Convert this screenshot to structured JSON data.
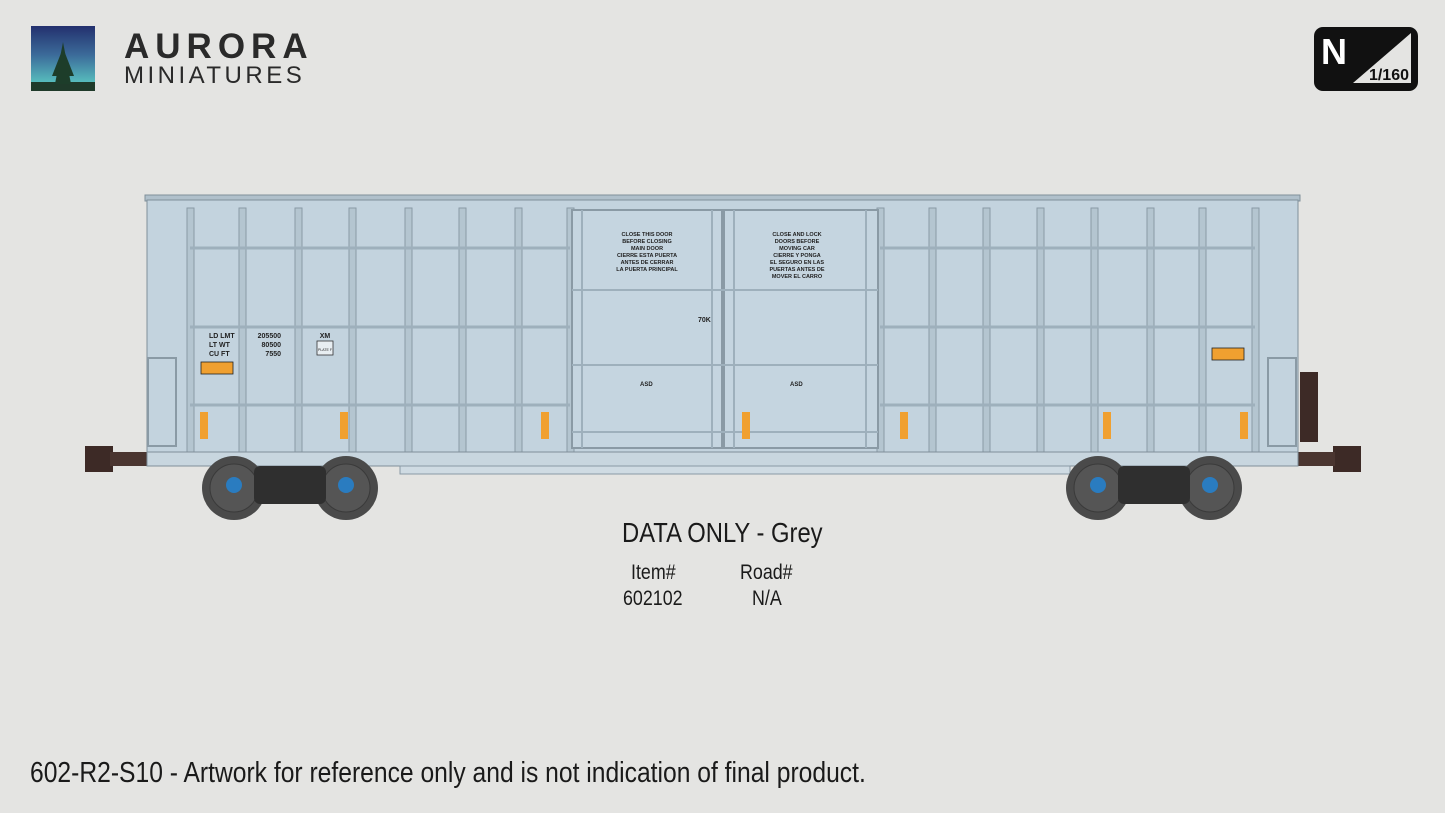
{
  "brand": {
    "line1": "AURORA",
    "line2": "MINIATURES"
  },
  "scale_badge": {
    "letter": "N",
    "ratio": "1/160"
  },
  "car_stencils": {
    "capacity_labels": [
      "LD LMT",
      "LT WT",
      "CU FT"
    ],
    "capacity_values": [
      "205500",
      "80500",
      "7550"
    ],
    "aar_class": "XM",
    "plate": "PLATE F",
    "door_left_warning": [
      "CLOSE THIS DOOR",
      "BEFORE CLOSING",
      "MAIN DOOR",
      "",
      "CIERRE ESTA PUERTA",
      "ANTES DE CERRAR",
      "LA PUERTA PRINCIPAL"
    ],
    "door_right_warning": [
      "CLOSE AND LOCK",
      "DOORS BEFORE",
      "MOVING CAR",
      "",
      "CIERRE Y PONGA",
      "EL SEGURO EN LAS",
      "PUERTAS ANTES DE",
      "MOVER EL CARRO"
    ],
    "door_marking": "70K",
    "asd": "ASD"
  },
  "colors": {
    "body": "#c3d3de",
    "rib": "#9eb0bc",
    "outline": "#7f8f9a",
    "safety": "#f0a030",
    "coupler": "#3d2a26",
    "wheel": "#4a4a4a",
    "axle_cap": "#2a7cc0",
    "background": "#e4e4e2"
  },
  "product": {
    "title": "DATA ONLY - Grey",
    "item_label": "Item#",
    "item_value": "602102",
    "road_label": "Road#",
    "road_value": "N/A"
  },
  "footer": "602-R2-S10 - Artwork for reference only and is not indication of final product."
}
